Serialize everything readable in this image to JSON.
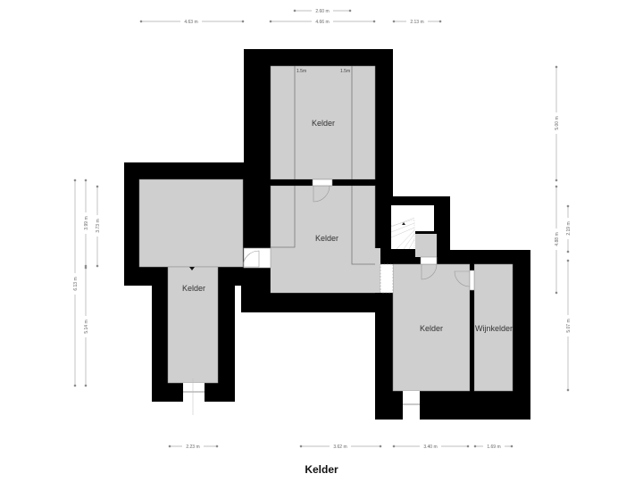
{
  "title": "Kelder",
  "colors": {
    "wall": "#000000",
    "floor": "#cfcfcf",
    "background": "#ffffff",
    "dimension": "#999999",
    "outline": "#888888"
  },
  "rooms": [
    {
      "name": "Kelder",
      "id": "north"
    },
    {
      "name": "Kelder",
      "id": "center"
    },
    {
      "name": "Kelder",
      "id": "west"
    },
    {
      "name": "Kelder",
      "id": "southeast"
    },
    {
      "name": "Wijnkelder",
      "id": "wine"
    }
  ],
  "annotations": {
    "height_left": "1.5m",
    "height_right": "1.5m"
  },
  "dimensions": {
    "top": [
      "4.63 m",
      "2.60 m",
      "4.66 m",
      "2.13 m"
    ],
    "bottom": [
      "2.23 m",
      "3.62 m",
      "3.40 m",
      "1.69 m"
    ],
    "left": [
      "6.13 m",
      "3.99 m",
      "3.73 m",
      "5.14 m"
    ],
    "right": [
      "5.00 m",
      "4.88 m",
      "2.19 m",
      "5.07 m"
    ]
  }
}
